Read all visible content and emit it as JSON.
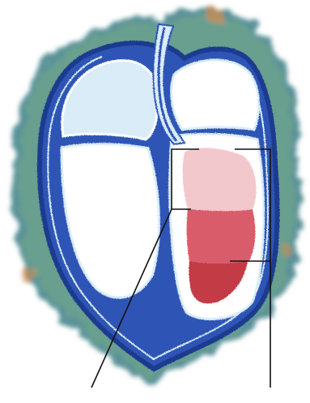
{
  "diagram": {
    "colors": {
      "background": "#ffffff",
      "halo_green": "#4f8f7c",
      "halo_teal": "#3d7f86",
      "halo_orange": "#d98a4a",
      "outline_navy": "#1d3a8f",
      "wall_blue": "#2e55b5",
      "chamber_light": "#d9ecf7",
      "chamber_white": "#ffffff",
      "fill_pale_pink": "#f2c8cc",
      "fill_mid_red": "#d95c6a",
      "fill_dark_red": "#c23a45",
      "leader_line": "#111111"
    },
    "parts": [
      "outer-halo",
      "heart-outline",
      "upper-left-chamber",
      "lower-left-chamber",
      "upper-right-chamber",
      "right-cavity",
      "vessel-tube",
      "pale-pink-fill",
      "mid-red-fill",
      "dark-red-fill",
      "left-bracket",
      "right-bracket",
      "left-leader-line",
      "right-leader-line"
    ]
  }
}
